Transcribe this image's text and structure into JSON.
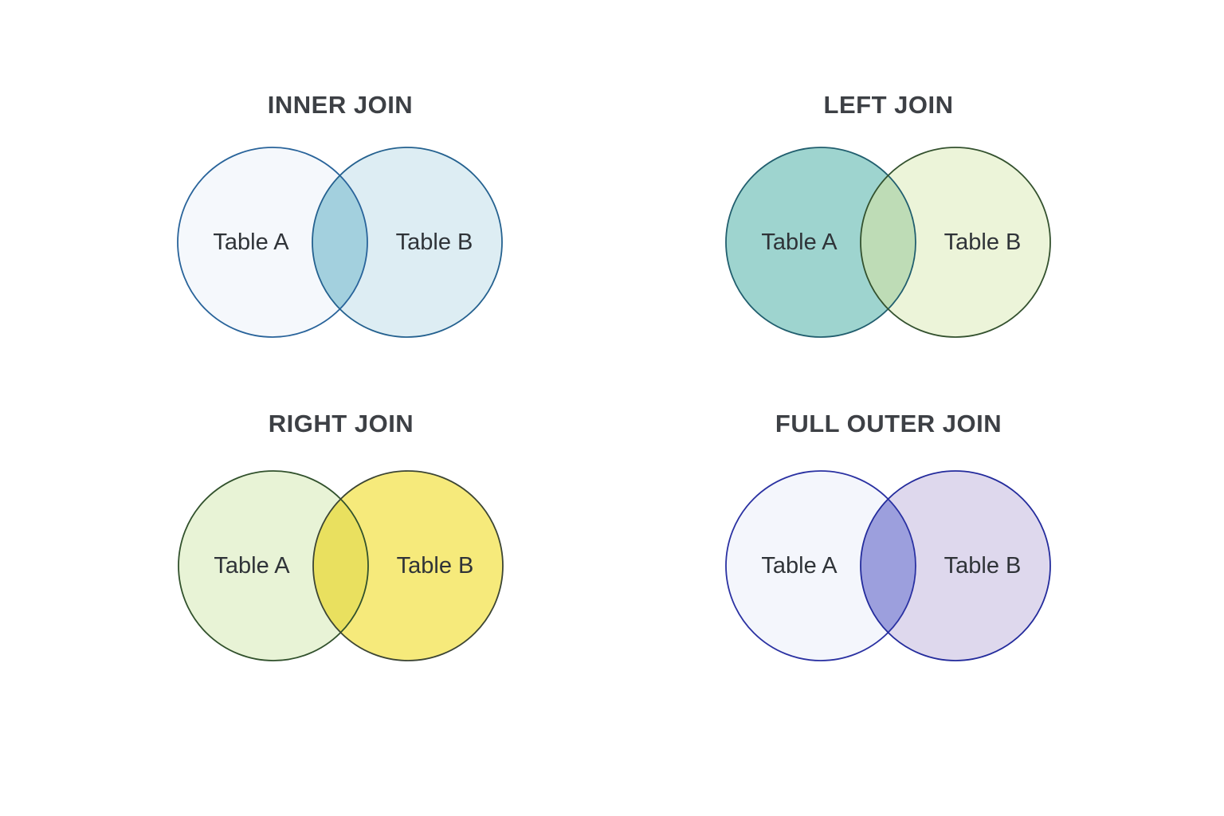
{
  "page": {
    "background_color": "#ffffff",
    "description": "Four Venn diagrams illustrating SQL join types"
  },
  "diagrams": [
    {
      "title": "INNER JOIN",
      "labels": {
        "a": "Table A",
        "b": "Table B"
      },
      "colors": {
        "a_fill": "#f5f8fc",
        "b_fill": "#ddedf3",
        "overlap_fill": "#a3d0de",
        "a_stroke": "#28639a",
        "b_stroke": "#24618f"
      }
    },
    {
      "title": "LEFT JOIN",
      "labels": {
        "a": "Table A",
        "b": "Table B"
      },
      "colors": {
        "a_fill": "#9ed4cf",
        "b_fill": "#ecf4d9",
        "overlap_fill": "#bedcb6",
        "a_stroke": "#215e6e",
        "b_stroke": "#33512e"
      }
    },
    {
      "title": "RIGHT JOIN",
      "labels": {
        "a": "Table A",
        "b": "Table B"
      },
      "colors": {
        "a_fill": "#e8f3d6",
        "b_fill": "#f6ea7b",
        "overlap_fill": "#e9e05f",
        "a_stroke": "#31512c",
        "b_stroke": "#3c4534"
      }
    },
    {
      "title": "FULL OUTER JOIN",
      "labels": {
        "a": "Table A",
        "b": "Table B"
      },
      "colors": {
        "a_fill": "#f4f6fc",
        "b_fill": "#ded8ed",
        "overlap_fill": "#9c9fdd",
        "a_stroke": "#2a31a2",
        "b_stroke": "#232b9c"
      }
    }
  ]
}
